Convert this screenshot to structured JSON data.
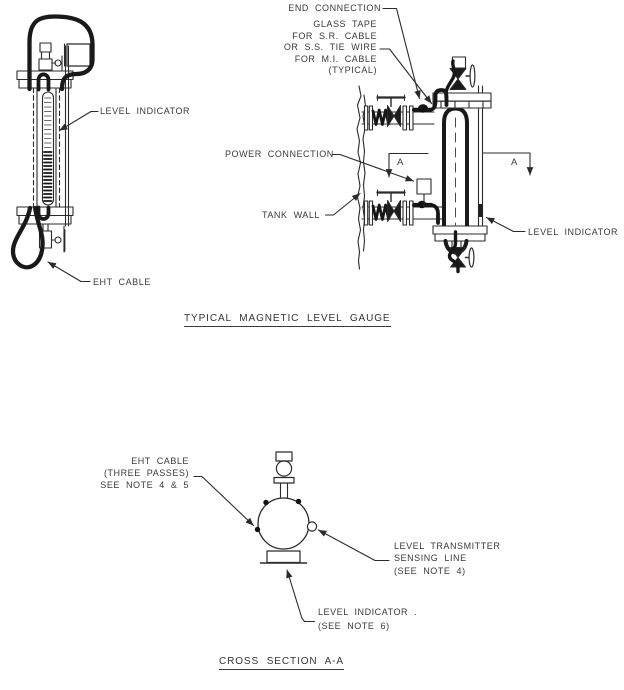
{
  "colors": {
    "line": "#2b2b2b",
    "text": "#3a3a3a",
    "background": "#ffffff"
  },
  "gauge_figure": {
    "title": "TYPICAL MAGNETIC LEVEL GAUGE",
    "labels": {
      "end_connection": "END CONNECTION",
      "glass_tape": [
        "GLASS TAPE",
        "FOR S.R. CABLE",
        "OR S.S. TIE WIRE",
        "FOR M.I. CABLE",
        "(TYPICAL)"
      ],
      "level_indicator_left": "LEVEL INDICATOR",
      "eht_cable": "EHT CABLE",
      "power_connection": "POWER CONNECTION",
      "tank_wall": "TANK WALL",
      "level_indicator_right": "LEVEL INDICATOR",
      "section_marker": "A"
    }
  },
  "cross_section_figure": {
    "title": "CROSS SECTION A-A",
    "labels": {
      "eht_cable": [
        "EHT CABLE",
        "(THREE PASSES)",
        "SEE NOTE 4 & 5"
      ],
      "transmitter": [
        "LEVEL TRANSMITTER",
        "SENSING LINE",
        "(SEE NOTE 4)"
      ],
      "level_indicator": [
        "LEVEL INDICATOR .",
        "(SEE NOTE 6)"
      ]
    }
  }
}
